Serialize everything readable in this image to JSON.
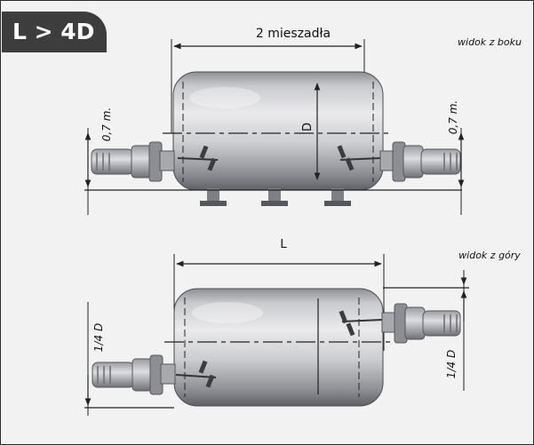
{
  "badge": {
    "label": "L > 4D"
  },
  "side_view": {
    "caption": "widok z boku",
    "dimension_top": "2 mieszadła",
    "dimension_left": "0,7 m.",
    "dimension_right": "0,7 m.",
    "dimension_diameter": "D"
  },
  "top_view": {
    "caption": "widok z góry",
    "dimension_length": "L",
    "dimension_left": "1/4 D",
    "dimension_right": "1/4 D"
  },
  "colors": {
    "frame": "#2b2b2b",
    "background": "#f2f2f2",
    "badge": "#3d3d3d",
    "tank_light": "#e6e6e9",
    "tank_dark": "#6b6d73"
  }
}
